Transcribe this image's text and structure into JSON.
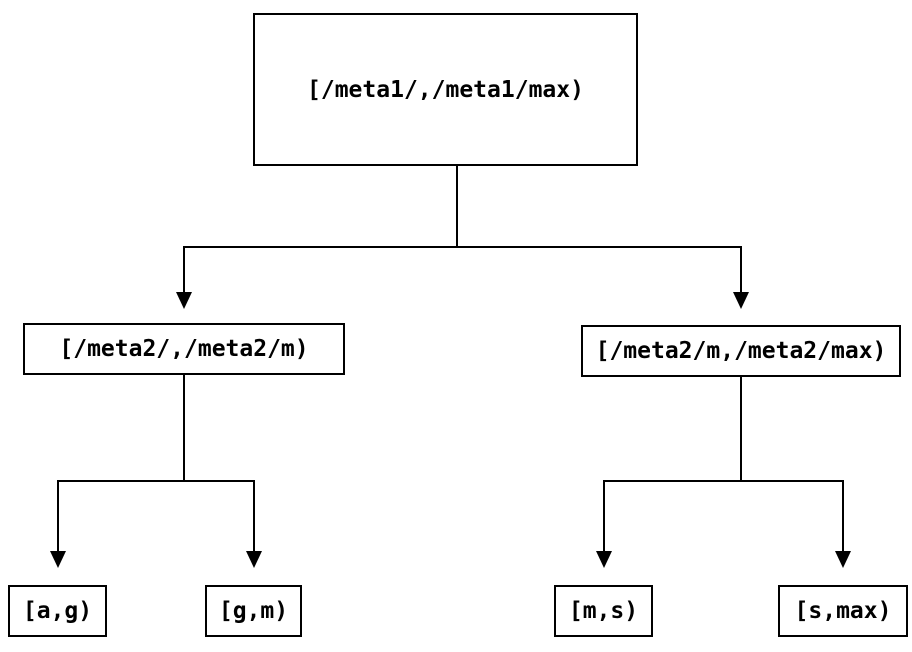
{
  "diagram": {
    "background_color": "#ffffff",
    "line_color": "#000000",
    "box_border_color": "#000000",
    "text_color": "#000000",
    "nodes": {
      "root": {
        "label": "[/meta1/,/meta1/max)"
      },
      "mid_left": {
        "label": "[/meta2/,/meta2/m)"
      },
      "mid_right": {
        "label": "[/meta2/m,/meta2/max)"
      },
      "leaf_1": {
        "label": "[a,g)"
      },
      "leaf_2": {
        "label": "[g,m)"
      },
      "leaf_3": {
        "label": "[m,s)"
      },
      "leaf_4": {
        "label": "[s,max)"
      }
    },
    "edges": [
      {
        "from": "root",
        "to": "mid_left"
      },
      {
        "from": "root",
        "to": "mid_right"
      },
      {
        "from": "mid_left",
        "to": "leaf_1"
      },
      {
        "from": "mid_left",
        "to": "leaf_2"
      },
      {
        "from": "mid_right",
        "to": "leaf_3"
      },
      {
        "from": "mid_right",
        "to": "leaf_4"
      }
    ]
  }
}
